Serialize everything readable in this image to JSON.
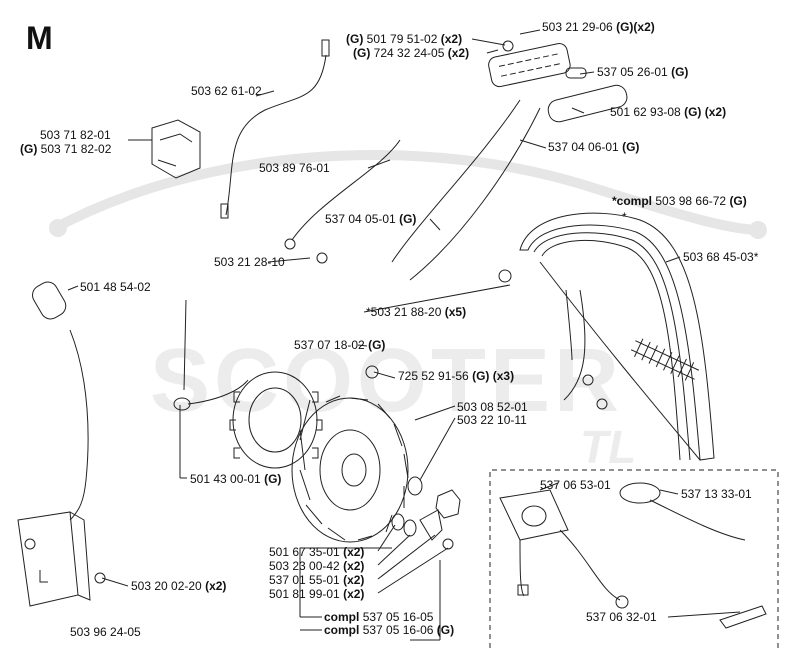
{
  "section_letter": "M",
  "watermark": {
    "main": "SCOOTER",
    "sub": "TL"
  },
  "labels": {
    "l1_pre": "(G)",
    "l1_num": "501 79 51-02",
    "l1_qty": "(x2)",
    "l2_pre": "(G)",
    "l2_num": "724 32 24-05",
    "l2_qty": "(x2)",
    "l3_num": "503 21 29-06",
    "l3_suf": "(G)(x2)",
    "l4_num": "537 05 26-01",
    "l4_suf": "(G)",
    "l5_num": "503 62 61-02",
    "l6_num": "501 62 93-08",
    "l6_suf": "(G) (x2)",
    "l7_num": "503 71 82-01",
    "l8_pre": "(G)",
    "l8_num": "503 71 82-02",
    "l9_num": "537 04 06-01",
    "l9_suf": "(G)",
    "l10_num": "503 89 76-01",
    "l11_pre": "*compl",
    "l11_num": "503 98 66-72",
    "l11_suf": "(G)",
    "l12_star": "*",
    "l13_num": "537 04 05-01",
    "l13_suf": "(G)",
    "l14_num": "503 21 28-10",
    "l15_num": "503 68 45-03*",
    "l16_num": "*503 21 88-20",
    "l16_suf": "(x5)",
    "l17_num": "501 48 54-02",
    "l18_num": "537 07 18-02",
    "l18_suf": "(G)",
    "l19_num": "725 52 91-56",
    "l19_suf": "(G) (x3)",
    "l20_num": "503 08 52-01",
    "l21_num": "503 22 10-11",
    "l22_num": "501 43 00-01",
    "l22_suf": "(G)",
    "l23_num": "537 06 53-01",
    "l24_num": "537 13 33-01",
    "l25_num": "501 67 35-01",
    "l25_suf": "(x2)",
    "l26_num": "503 23 00-42",
    "l26_suf": "(x2)",
    "l27_num": "537 01 55-01",
    "l27_suf": "(x2)",
    "l28_num": "501 81 99-01",
    "l28_suf": "(x2)",
    "l29_num": "503 20 02-20",
    "l29_suf": "(x2)",
    "l30_num": "537 06 32-01",
    "l31_num": "503 96 24-05",
    "l32_pre": "compl",
    "l32_num": "537 05 16-05",
    "l33_pre": "compl",
    "l33_num": "537 05 16-06",
    "l33_suf": "(G)"
  }
}
